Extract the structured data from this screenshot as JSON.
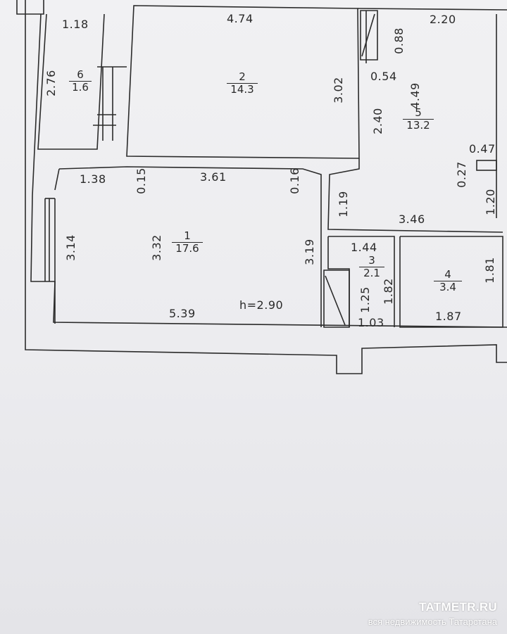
{
  "plan": {
    "rooms": [
      {
        "id": "room-1",
        "number": "1",
        "area": "17.6"
      },
      {
        "id": "room-2",
        "number": "2",
        "area": "14.3"
      },
      {
        "id": "room-3",
        "number": "3",
        "area": "2.1"
      },
      {
        "id": "room-4",
        "number": "4",
        "area": "3.4"
      },
      {
        "id": "room-5",
        "number": "5",
        "area": "13.2"
      },
      {
        "id": "room-6",
        "number": "6",
        "area": "1.6"
      }
    ],
    "dimensions": {
      "d118": "1.18",
      "d474": "4.74",
      "d220": "2.20",
      "d088": "0.88",
      "d276": "2.76",
      "d302": "3.02",
      "d054": "0.54",
      "d449": "4.49",
      "d240": "2.40",
      "d047": "0.47",
      "d138": "1.38",
      "d015": "0.15",
      "d361": "3.61",
      "d016": "0.16",
      "d027": "0.27",
      "d119": "1.19",
      "d120": "1.20",
      "d346": "3.46",
      "d314": "3.14",
      "d332": "3.32",
      "d319": "3.19",
      "d144": "1.44",
      "d181": "1.81",
      "d182": "1.82",
      "d125": "1.25",
      "d539": "5.39",
      "d103": "1.03",
      "d187": "1.87"
    },
    "ceiling_height": "h=2.90"
  },
  "watermark": {
    "site": "TATMETR.RU",
    "tagline": "вся недвижимость Татарстана"
  }
}
